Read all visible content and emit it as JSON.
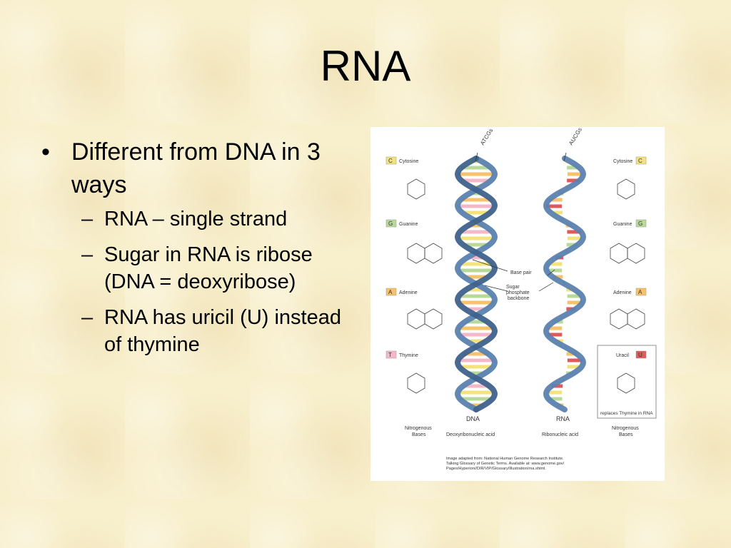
{
  "slide": {
    "title": "RNA",
    "bullets": [
      {
        "text": "Different from DNA in 3 ways",
        "subs": [
          "RNA – single strand",
          "Sugar in RNA is ribose (DNA = deoxyribose)",
          "RNA has uricil (U) instead of thymine"
        ]
      }
    ],
    "bullet_mark": "•",
    "sub_mark": "–"
  },
  "figure": {
    "dna_tag": "ATCGs",
    "rna_tag": "AUCGs",
    "bases_left": [
      {
        "letter": "C",
        "name": "Cytosine",
        "color": "#f4e27a"
      },
      {
        "letter": "G",
        "name": "Guanine",
        "color": "#b8d99a"
      },
      {
        "letter": "A",
        "name": "Adenine",
        "color": "#f6c26a"
      },
      {
        "letter": "T",
        "name": "Thymine",
        "color": "#f4b8c8"
      }
    ],
    "bases_right": [
      {
        "letter": "C",
        "name": "Cytosine",
        "color": "#f4e27a"
      },
      {
        "letter": "G",
        "name": "Guanine",
        "color": "#b8d99a"
      },
      {
        "letter": "A",
        "name": "Adenine",
        "color": "#f6c26a"
      },
      {
        "letter": "U",
        "name": "Uracil",
        "color": "#e05a5a"
      }
    ],
    "label_base_pair": "Base pair",
    "label_sugar": "Sugar",
    "label_phosphate": "phosphate",
    "label_backbone": "backbone",
    "dna_label": "DNA",
    "dna_full": "Deoxyribonucleic acid",
    "rna_label": "RNA",
    "rna_full": "Ribonucleic acid",
    "nitro_1": "Nitrogenous",
    "nitro_2": "Bases",
    "replaces_note": "replaces Thymine in RNA",
    "credit": [
      "Image adapted from: National Human Genome Research Institute.",
      "Talking Glossary of Genetic Terms. Available at: www.genome.gov/",
      "Pages/Hyperion//DIR/VIP/Glossary/Illustration/rna.shtml."
    ],
    "colors": {
      "backbone": "#5b82b0",
      "backbone_dark": "#3f628c",
      "pairs": [
        "#f4e27a",
        "#b8d99a",
        "#f6c26a",
        "#f4b8c8"
      ],
      "rna_pairs": [
        "#f4e27a",
        "#b8d99a",
        "#f6c26a",
        "#e05a5a"
      ]
    }
  }
}
